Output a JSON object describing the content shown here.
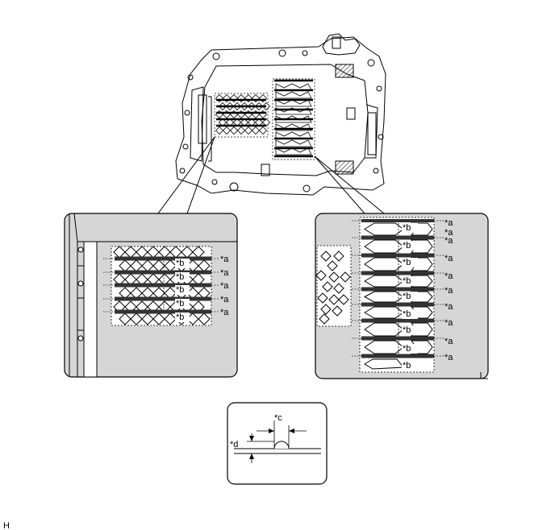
{
  "figure_code": "H",
  "callouts": {
    "a": "*a",
    "b": "*b",
    "c": "*c",
    "d": "*d"
  },
  "left_detail": {
    "a_count": 5,
    "b_count": 5
  },
  "right_detail": {
    "a_count": 10,
    "b_count": 9
  },
  "colors": {
    "detail_fill": "#d6d6d6",
    "line": "#000000",
    "paper": "#ffffff"
  }
}
